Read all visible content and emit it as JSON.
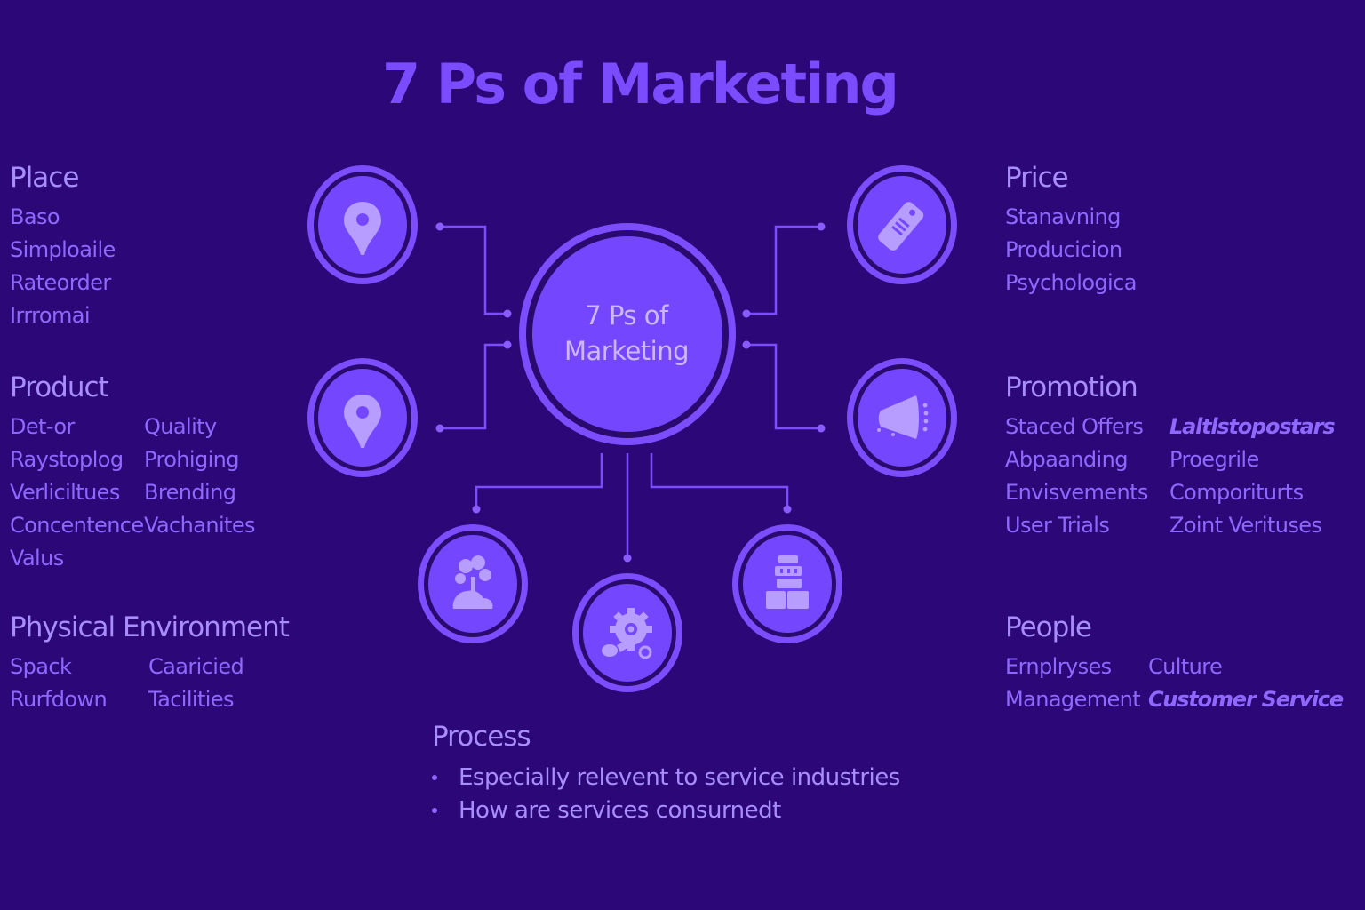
{
  "title": "7 Ps of Marketing",
  "center": {
    "line1": "7 Ps of",
    "line2": "Marketing"
  },
  "colors": {
    "background": "#2c0778",
    "accent": "#7a4bff",
    "ring": "#7c4dff",
    "ring_inner_border": "#2a0a6e",
    "node_fill": "#7447ff",
    "icon_fill": "#b79dff",
    "text_heading": "#a88dff",
    "text_item": "#8f68ff"
  },
  "sections": {
    "place": {
      "title": "Place",
      "items": [
        "Baso",
        "Simploaile",
        "Rateorder",
        "Irrromai"
      ]
    },
    "product": {
      "title": "Product",
      "items": [
        "Det-or",
        "Quality",
        "Raystoplog",
        "Prohiging",
        "Verliciltues",
        "Brending",
        "Concentence",
        "Vachanites",
        "Valus"
      ]
    },
    "physical_environment": {
      "title": "Physical Environment",
      "items": [
        "Spack",
        "Caaricied",
        "Rurfdown",
        "Tacilities"
      ]
    },
    "price": {
      "title": "Price",
      "items": [
        "Stanavning",
        "Producicion",
        "Psychologica"
      ]
    },
    "promotion": {
      "title": "Promotion",
      "items": [
        "Staced Offers",
        "Laltlstopostars",
        "Abpaanding",
        "Proegrile",
        "Envisvements",
        "Comporiturts",
        "User Trials",
        "Zoint Verituses"
      ]
    },
    "people": {
      "title": "People",
      "items": [
        "Ernplryses",
        "Culture",
        "Management",
        "Customer Service"
      ]
    },
    "process": {
      "title": "Process",
      "items": [
        "Especially relevent to service industries",
        "How are services consurnedt"
      ]
    }
  },
  "nodes": [
    {
      "id": "place",
      "icon": "map-pin-icon"
    },
    {
      "id": "product",
      "icon": "map-pin-icon"
    },
    {
      "id": "price",
      "icon": "price-tag-icon"
    },
    {
      "id": "promotion",
      "icon": "megaphone-icon"
    },
    {
      "id": "physical-environment",
      "icon": "plant-icon"
    },
    {
      "id": "process",
      "icon": "gear-wrench-icon"
    },
    {
      "id": "people",
      "icon": "stacked-boxes-icon"
    }
  ]
}
